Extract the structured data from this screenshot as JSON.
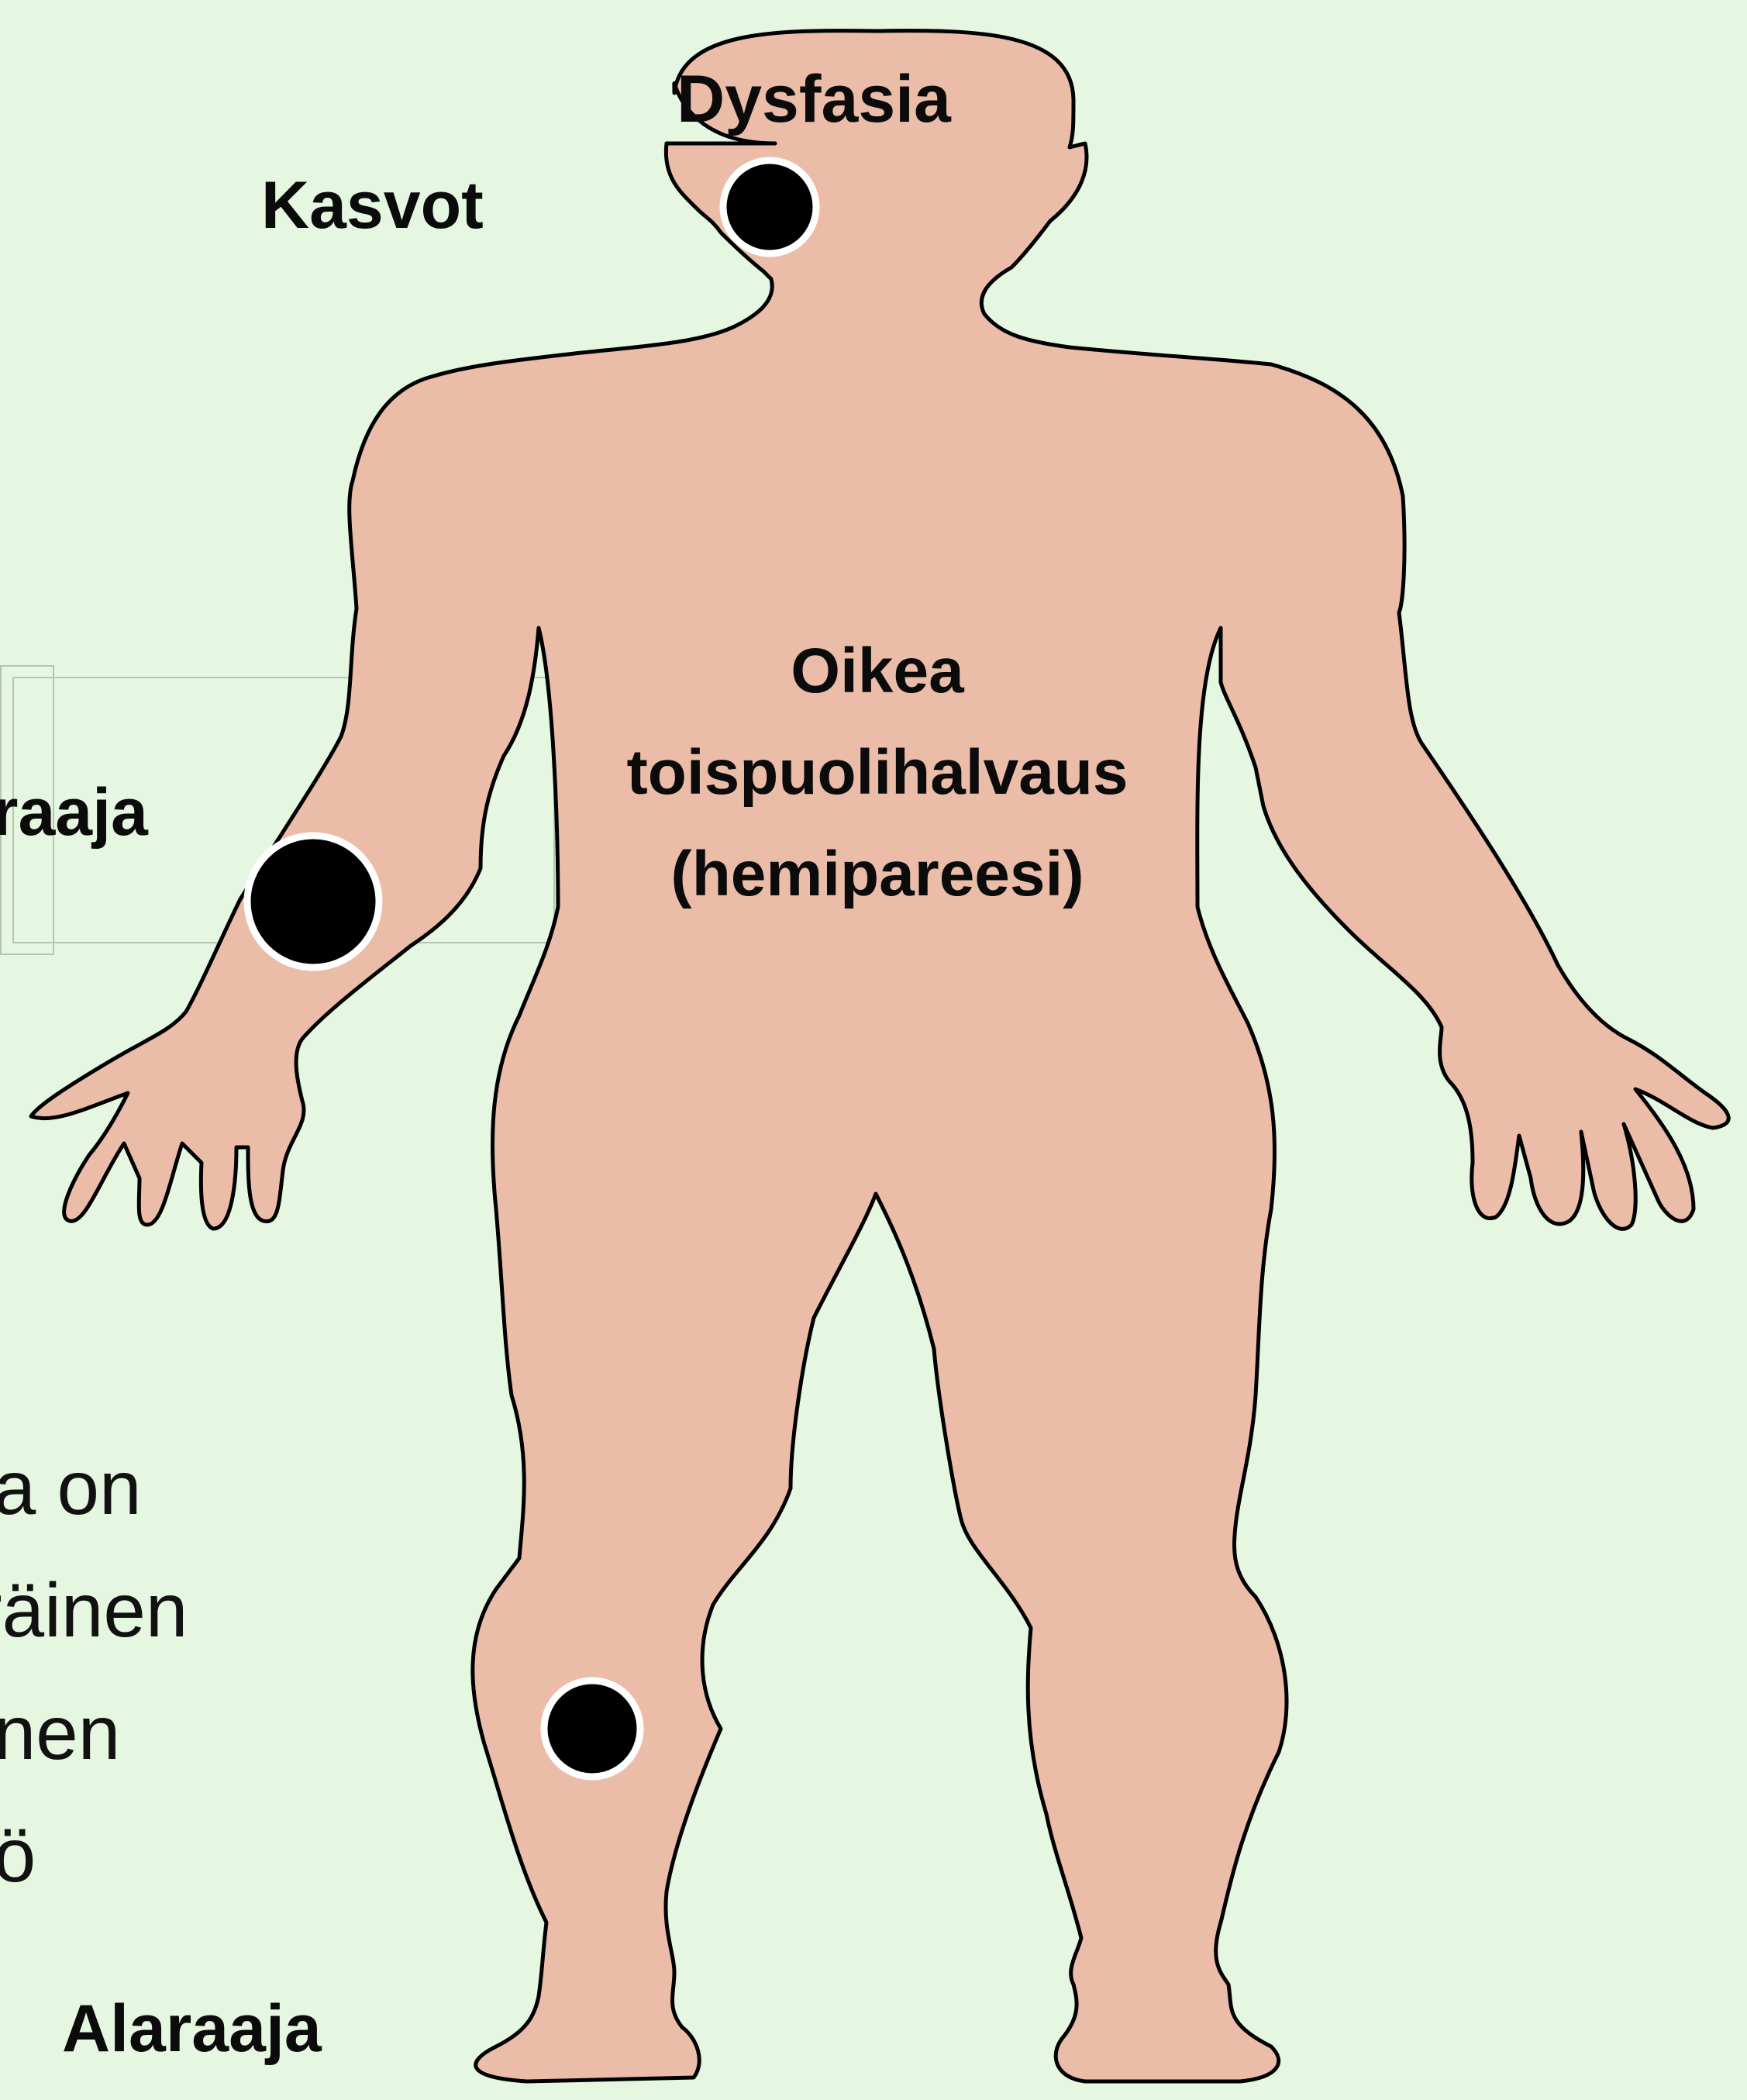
{
  "labels": {
    "face": "Kasvot",
    "upper_limb": "raaja",
    "lower_limb": "Alaraaja",
    "dysphasia": "Dysfasia",
    "hemiparesis": [
      "Oikea",
      "toispuolihalvaus",
      "(hemipareesi)"
    ]
  },
  "side_text": [
    "ia on",
    "räinen",
    "inen",
    "iö"
  ],
  "colors": {
    "background": "#e6f7e1",
    "skin": "#ebbda9",
    "outline": "#000000",
    "marker_fill": "#000000",
    "marker_ring": "#ffffff"
  },
  "markers": [
    "face-marker",
    "arm-marker",
    "leg-marker"
  ]
}
